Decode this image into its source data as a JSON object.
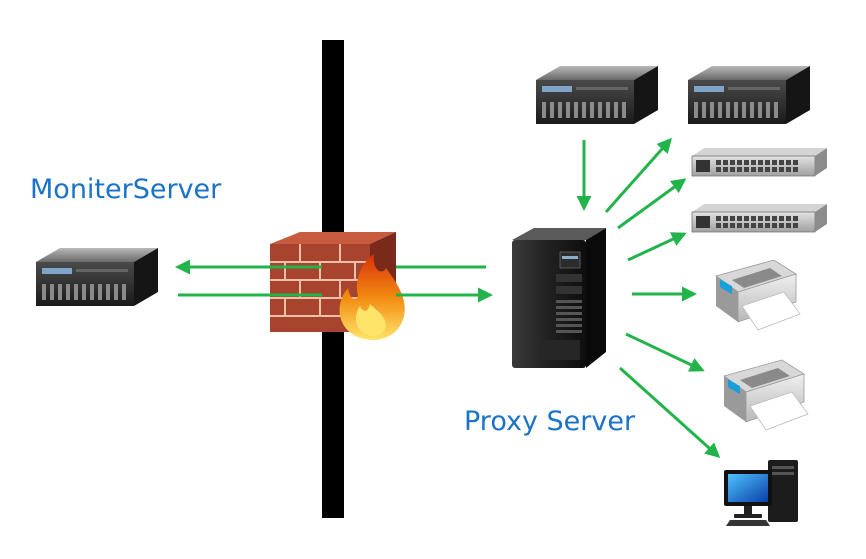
{
  "labels": {
    "monitor_server": "MoniterServer",
    "proxy_server": "Proxy Server"
  },
  "colors": {
    "label_text": "#1a73c8",
    "arrow": "#22b34a",
    "wall": "#000000",
    "brick": "#a8432d",
    "mortar": "#f0c0a8",
    "flame_outer": "#f28a10",
    "flame_inner": "#ffe46a"
  },
  "nodes": [
    {
      "id": "moniter-server",
      "icon": "rack-server-icon"
    },
    {
      "id": "firewall",
      "icon": "firewall-icon"
    },
    {
      "id": "proxy-server",
      "icon": "tower-server-icon"
    },
    {
      "id": "server-top-1",
      "icon": "rack-server-icon"
    },
    {
      "id": "server-top-2",
      "icon": "rack-server-icon"
    },
    {
      "id": "switch-1",
      "icon": "network-switch-icon"
    },
    {
      "id": "switch-2",
      "icon": "network-switch-icon"
    },
    {
      "id": "printer-1",
      "icon": "printer-icon"
    },
    {
      "id": "printer-2",
      "icon": "printer-icon"
    },
    {
      "id": "desktop-pc",
      "icon": "desktop-computer-icon"
    }
  ]
}
